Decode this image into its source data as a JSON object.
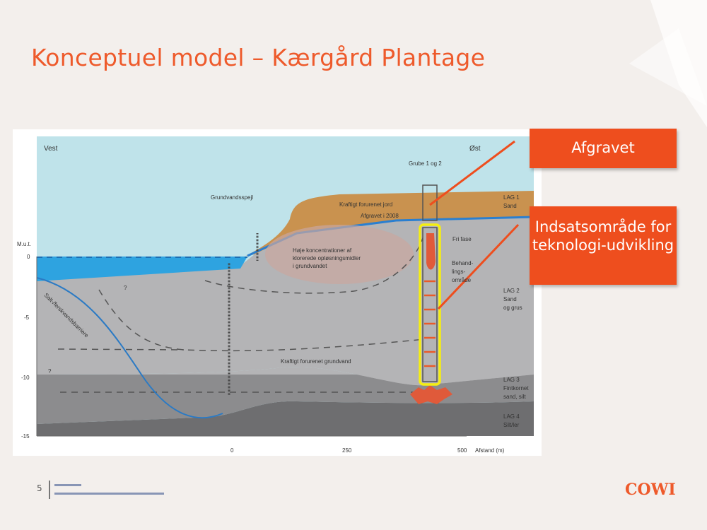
{
  "slide": {
    "title": "Konceptuel model – Kærgård Plantage",
    "page_number": "5",
    "logo": "COWI"
  },
  "callouts": {
    "afgravet": "Afgravet",
    "indsats": "Indsatsområde for teknologi-udvikling"
  },
  "diagram": {
    "west": "Vest",
    "east": "Øst",
    "y_axis_label": "M.u.t.",
    "y_ticks": [
      "0",
      "-5",
      "-10",
      "-15"
    ],
    "x_ticks": [
      "0",
      "250",
      "500"
    ],
    "x_axis_label": "Afstand (m)",
    "labels": {
      "grube": "Grube 1 og 2",
      "grundvandsspejl": "Grundvandsspejl",
      "forurenet_jord": "Kraftigt forurenet jord",
      "afgravet_2008": "Afgravet i 2008",
      "hoje_1": "Høje koncentrationer af",
      "hoje_2": "klorerede opløsningsmidler",
      "hoje_3": "i grundvandet",
      "fri_fase": "Fri fase",
      "behand_1": "Behand-",
      "behand_2": "lings-",
      "behand_3": "område",
      "barriere": "Salt-/ferskvandsbarriere",
      "forurenet_grundvand": "Kraftigt forurenet grundvand",
      "q": "?"
    },
    "layers": [
      {
        "l1": "LAG 1",
        "l2": "Sand",
        "l3": ""
      },
      {
        "l1": "LAG 2",
        "l2": "Sand",
        "l3": "og grus"
      },
      {
        "l1": "LAG 3",
        "l2": "Fintkornet",
        "l3": "sand, silt"
      },
      {
        "l1": "LAG 4",
        "l2": "Silt/ler",
        "l3": ""
      }
    ]
  },
  "colors": {
    "accent": "#ee4e1e",
    "sky": "#bfe3ea",
    "sea": "#2ea3e0",
    "sand": "#c9924f",
    "lag2": "#b4b4b6",
    "lag3": "#8c8c8e",
    "lag4": "#6e6e70",
    "highlight": "#f5ee12"
  }
}
